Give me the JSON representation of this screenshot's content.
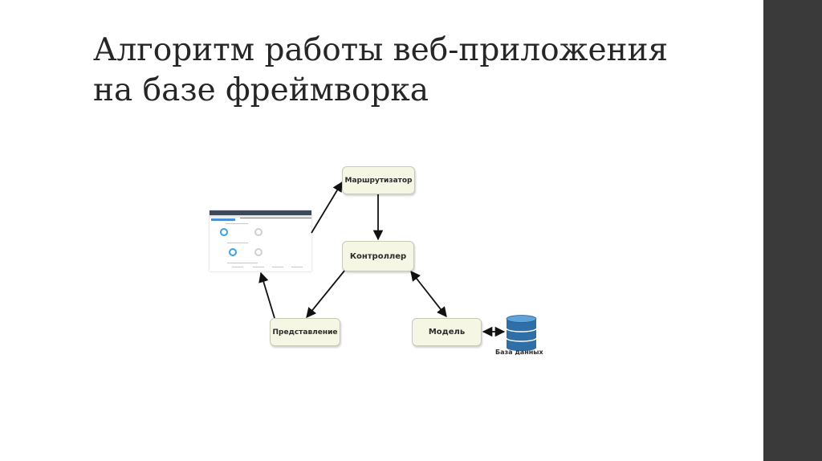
{
  "title": {
    "line1": "Алгоритм работы веб-приложения",
    "line2": "на базе фреймворка"
  },
  "diagram": {
    "nodes": {
      "router": "Маршрутизатор",
      "controller": "Контроллер",
      "view": "Представление",
      "model": "Модель",
      "database": "База данных"
    },
    "edges": [
      {
        "from": "browser-screenshot",
        "to": "router",
        "direction": "forward"
      },
      {
        "from": "router",
        "to": "controller",
        "direction": "forward"
      },
      {
        "from": "controller",
        "to": "view",
        "direction": "forward"
      },
      {
        "from": "view",
        "to": "browser-screenshot",
        "direction": "forward"
      },
      {
        "from": "controller",
        "to": "model",
        "direction": "both"
      },
      {
        "from": "model",
        "to": "database",
        "direction": "both"
      }
    ]
  },
  "colors": {
    "node_fill": "#f6f6e4",
    "database": "#2f6fa8",
    "side_bar": "#3a3a3a"
  }
}
